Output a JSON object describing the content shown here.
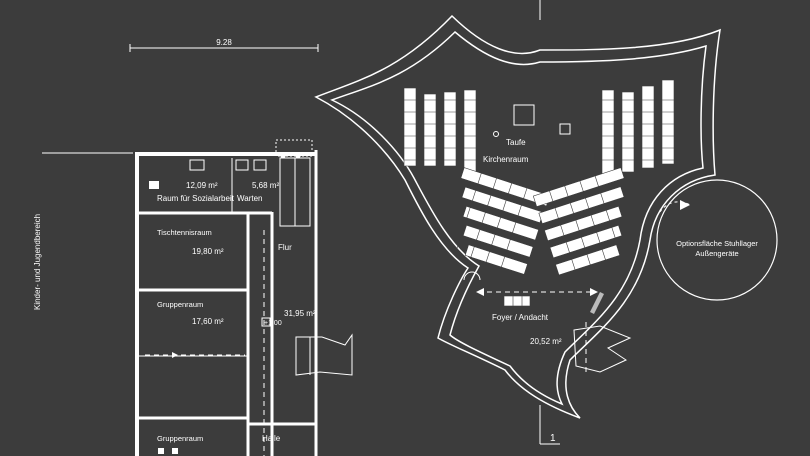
{
  "dimension": {
    "width_label": "9.28"
  },
  "side_label": "Kinder- und Jugendbereich",
  "rooms": {
    "sozial": {
      "name": "Raum für Sozialarbeit",
      "area": "12,09 m²"
    },
    "warten": {
      "name": "Warten",
      "area": "5,68 m²"
    },
    "tischtennis": {
      "name": "Tischtennisraum",
      "area": "19,80 m²"
    },
    "gruppen1": {
      "name": "Gruppenraum",
      "area": "17,60 m²"
    },
    "flur": {
      "name": "Flur",
      "area": "31,95 m²"
    },
    "gruppen2": {
      "name": "Gruppenraum"
    },
    "halle": {
      "name": "Halle"
    },
    "kirchenraum": {
      "name": "Kirchenraum",
      "taufe": "Taufe"
    },
    "foyer": {
      "name": "Foyer / Andacht",
      "area": "20,52 m²"
    },
    "stuhllager": {
      "line1": "Optionsfläche Stuhllager",
      "line2": "Außengeräte"
    }
  },
  "level_marker": "+1.00",
  "section_label": "1"
}
